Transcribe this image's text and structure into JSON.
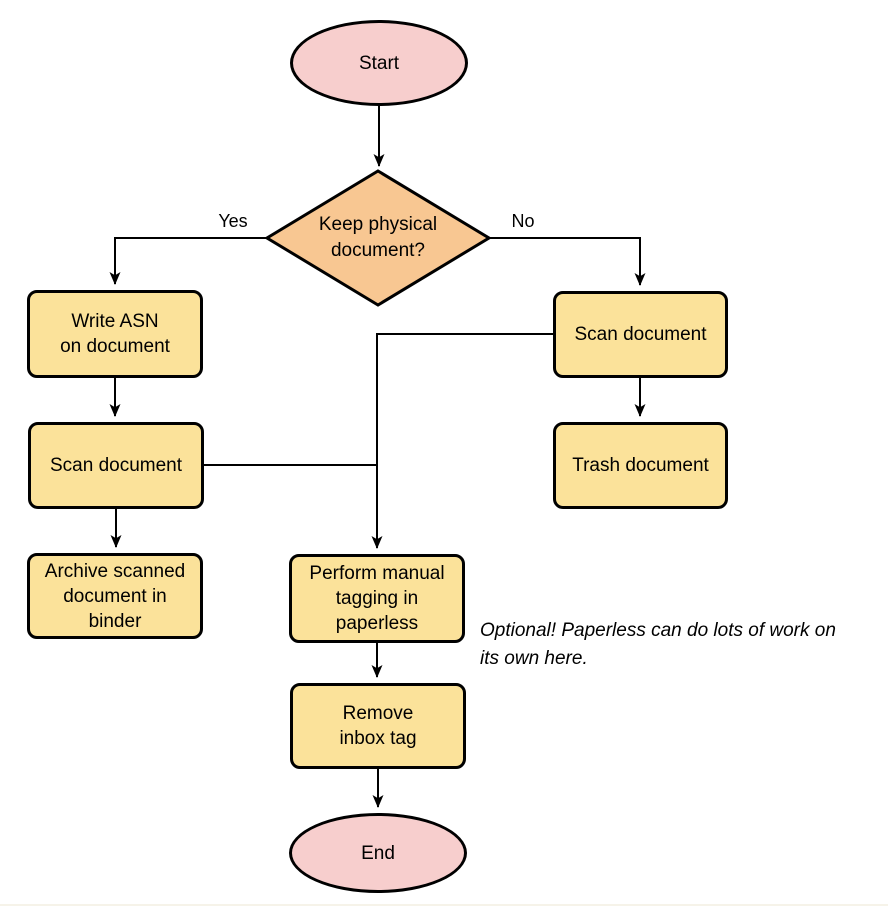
{
  "palette": {
    "terminator_fill": "#f7cecd",
    "decision_fill": "#f8c792",
    "process_fill": "#fbe29a",
    "stroke": "#000000",
    "text": "#000000",
    "background": "#ffffff"
  },
  "flowchart": {
    "nodes": {
      "start": {
        "label": "Start",
        "type": "terminator"
      },
      "decision": {
        "label": "Keep physical\ndocument?",
        "type": "decision"
      },
      "write_asn": {
        "label": "Write ASN\non document",
        "type": "process"
      },
      "scan_left": {
        "label": "Scan document",
        "type": "process"
      },
      "archive": {
        "label": "Archive scanned\ndocument in\nbinder",
        "type": "process"
      },
      "scan_right": {
        "label": "Scan document",
        "type": "process"
      },
      "trash": {
        "label": "Trash document",
        "type": "process"
      },
      "tagging": {
        "label": "Perform manual\ntagging in\npaperless",
        "type": "process"
      },
      "remove_inbox": {
        "label": "Remove\ninbox tag",
        "type": "process"
      },
      "end": {
        "label": "End",
        "type": "terminator"
      }
    },
    "edge_labels": {
      "yes": "Yes",
      "no": "No"
    },
    "annotation": "Optional! Paperless can do lots of work on\nits own here."
  }
}
